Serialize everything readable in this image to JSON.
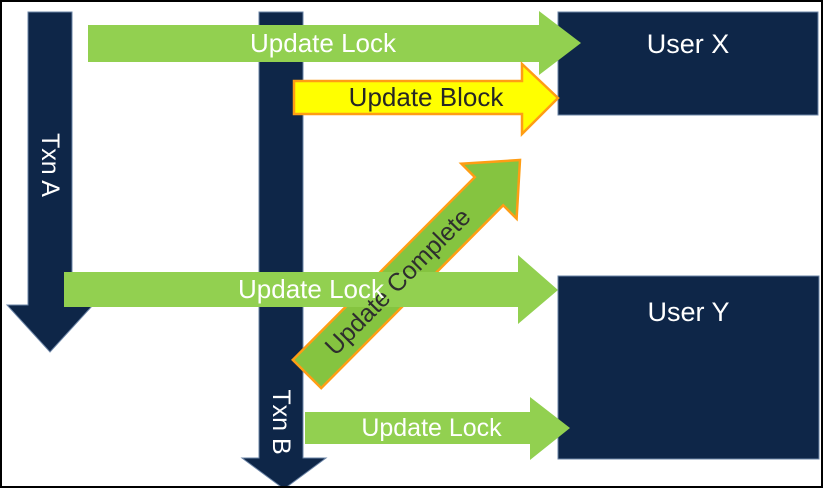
{
  "diagram": {
    "transactions": [
      {
        "id": "txn-a",
        "label": "Txn A"
      },
      {
        "id": "txn-b",
        "label": "Txn B"
      }
    ],
    "users": [
      {
        "id": "user-x",
        "label": "User X"
      },
      {
        "id": "user-y",
        "label": "User Y"
      }
    ],
    "arrows": [
      {
        "id": "update-lock-top",
        "label": "Update Lock",
        "type": "lock",
        "from": "Txn A",
        "to": "User X"
      },
      {
        "id": "update-block",
        "label": "Update Block",
        "type": "block",
        "from": "Txn B",
        "to": "User X"
      },
      {
        "id": "update-complete",
        "label": "Update Complete",
        "type": "complete",
        "from": "Txn B",
        "to": "up-right"
      },
      {
        "id": "update-lock-middle",
        "label": "Update Lock",
        "type": "lock",
        "from": "Txn A",
        "to": "User Y"
      },
      {
        "id": "update-lock-bottom",
        "label": "Update Lock",
        "type": "lock",
        "from": "Txn B",
        "to": "User Y"
      }
    ],
    "colors": {
      "navy": "#0e2648",
      "green": "#92d050",
      "diagonal_green": "#85c440",
      "yellow": "#ffff00",
      "orange_border": "#ff9d14",
      "white_text": "#ffffff",
      "dark_text": "#262626",
      "background": "#ffffff",
      "frame": "#000000"
    }
  }
}
